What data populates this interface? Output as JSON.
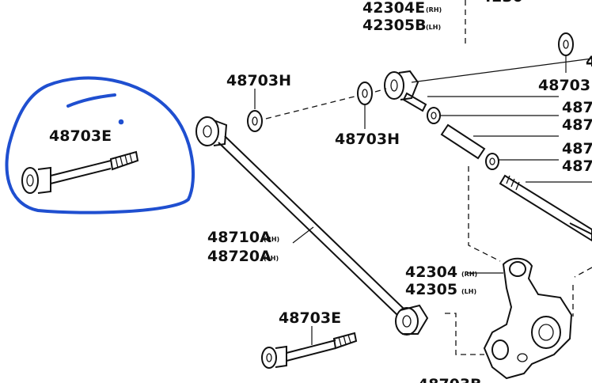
{
  "colors": {
    "ink": "#1f4fd0",
    "line": "#111111",
    "background": "#ffffff"
  },
  "labels": {
    "top_rh": "42304E",
    "top_rh_side": "(RH)",
    "top_lh": "42305B",
    "top_lh_side": "(LH)",
    "top_cut": "4230",
    "washer_left": "48703H",
    "washer_right": "48703H",
    "right_cut_1": "48703",
    "right_cut_2": "4",
    "stack_1": "487",
    "stack_2": "487",
    "stack_3": "487",
    "stack_4": "487",
    "circled_bolt": "48703E",
    "arm_rh": "48710A",
    "arm_rh_side": "(RH)",
    "arm_lh": "48720A",
    "arm_lh_side": "(LH)",
    "knuckle_rh": "42304",
    "knuckle_rh_side": "(RH)",
    "knuckle_lh": "42305",
    "knuckle_lh_side": "(LH)",
    "bottom_bolt": "48703E",
    "bottom_cut": "48703B"
  }
}
